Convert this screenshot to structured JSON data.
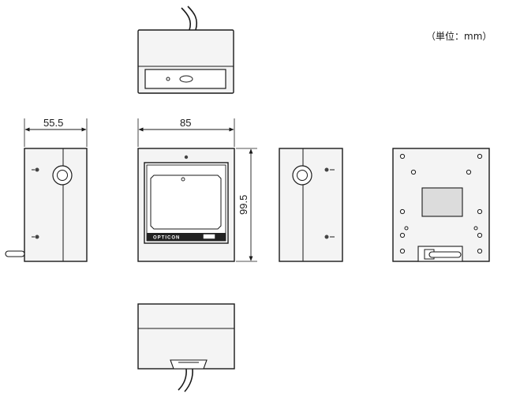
{
  "unit_note": "（単位：mm）",
  "dimensions": {
    "side_depth": "55.5",
    "front_width": "85",
    "front_height": "99.5"
  },
  "logo": "OPTICON"
}
